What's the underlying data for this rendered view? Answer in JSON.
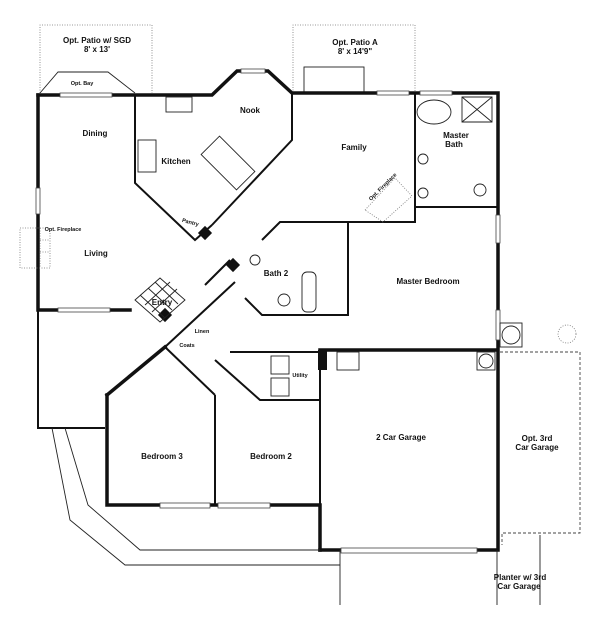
{
  "plan": {
    "rooms": {
      "patio_sgd": "Opt. Patio w/ SGD",
      "patio_sgd_size": "8' x 13'",
      "bay": "Opt. Bay",
      "dining": "Dining",
      "kitchen": "Kitchen",
      "nook": "Nook",
      "pantry": "Pantry",
      "fireplace_living": "Opt. Fireplace",
      "living": "Living",
      "patio_a": "Opt. Patio A",
      "patio_a_size": "8' x 14'9\"",
      "family": "Family",
      "master_bath_1": "Master",
      "master_bath_2": "Bath",
      "fireplace_family": "Opt. Fireplace",
      "bath2": "Bath 2",
      "master_bedroom": "Master Bedroom",
      "entry": "Entry",
      "linen": "Linen",
      "coats": "Coats",
      "utility": "Utility",
      "garage": "2 Car Garage",
      "third_garage_1": "Opt. 3rd",
      "third_garage_2": "Car Garage",
      "bedroom3": "Bedroom 3",
      "bedroom2": "Bedroom 2",
      "planter_1": "Planter w/ 3rd",
      "planter_2": "Car Garage"
    }
  }
}
